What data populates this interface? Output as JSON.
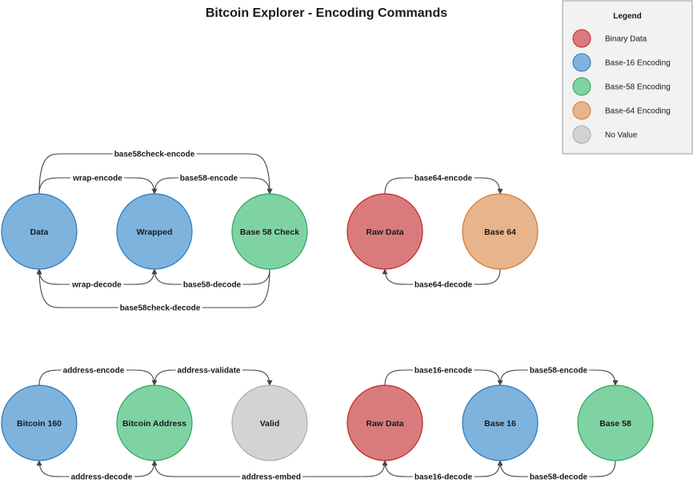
{
  "title": "Bitcoin Explorer - Encoding Commands",
  "colors": {
    "binary": {
      "fill": "#d97b7d",
      "stroke": "#c0242a"
    },
    "base16": {
      "fill": "#7db3dd",
      "stroke": "#2f76b7"
    },
    "base58": {
      "fill": "#7fd3a3",
      "stroke": "#2aa65a"
    },
    "base64": {
      "fill": "#e8b48b",
      "stroke": "#cf7a35"
    },
    "novalue": {
      "fill": "#d3d3d3",
      "stroke": "#aaaaaa"
    },
    "edge": "#444444"
  },
  "legend": {
    "title": "Legend",
    "items": [
      {
        "label": "Binary Data",
        "color": "binary"
      },
      {
        "label": "Base-16 Encoding",
        "color": "base16"
      },
      {
        "label": "Base-58 Encoding",
        "color": "base58"
      },
      {
        "label": "Base-64 Encoding",
        "color": "base64"
      },
      {
        "label": "No Value",
        "color": "novalue"
      }
    ]
  },
  "nodes": [
    {
      "id": "data",
      "label": "Data",
      "color": "base16"
    },
    {
      "id": "wrapped",
      "label": "Wrapped",
      "color": "base16"
    },
    {
      "id": "b58check",
      "label": "Base 58 Check",
      "color": "base58"
    },
    {
      "id": "raw1",
      "label": "Raw Data",
      "color": "binary"
    },
    {
      "id": "b64",
      "label": "Base 64",
      "color": "base64"
    },
    {
      "id": "btc160",
      "label": "Bitcoin 160",
      "color": "base16"
    },
    {
      "id": "btcaddr",
      "label": "Bitcoin Address",
      "color": "base58"
    },
    {
      "id": "valid",
      "label": "Valid",
      "color": "novalue"
    },
    {
      "id": "raw2",
      "label": "Raw Data",
      "color": "binary"
    },
    {
      "id": "b16",
      "label": "Base 16",
      "color": "base16"
    },
    {
      "id": "b58",
      "label": "Base 58",
      "color": "base58"
    }
  ],
  "edges": [
    {
      "from": "data",
      "to": "b58check",
      "label": "base58check-encode"
    },
    {
      "from": "data",
      "to": "wrapped",
      "label": "wrap-encode"
    },
    {
      "from": "wrapped",
      "to": "b58check",
      "label": "base58-encode"
    },
    {
      "from": "wrapped",
      "to": "data",
      "label": "wrap-decode"
    },
    {
      "from": "b58check",
      "to": "wrapped",
      "label": "base58-decode"
    },
    {
      "from": "b58check",
      "to": "data",
      "label": "base58check-decode"
    },
    {
      "from": "raw1",
      "to": "b64",
      "label": "base64-encode"
    },
    {
      "from": "b64",
      "to": "raw1",
      "label": "base64-decode"
    },
    {
      "from": "btc160",
      "to": "btcaddr",
      "label": "address-encode"
    },
    {
      "from": "btcaddr",
      "to": "valid",
      "label": "address-validate"
    },
    {
      "from": "btcaddr",
      "to": "btc160",
      "label": "address-decode"
    },
    {
      "from": "raw2",
      "to": "btcaddr",
      "label": "address-embed"
    },
    {
      "from": "raw2",
      "to": "b16",
      "label": "base16-encode"
    },
    {
      "from": "b16",
      "to": "b58",
      "label": "base58-encode"
    },
    {
      "from": "b16",
      "to": "raw2",
      "label": "base16-decode"
    },
    {
      "from": "b58",
      "to": "b16",
      "label": "base58-decode"
    }
  ]
}
